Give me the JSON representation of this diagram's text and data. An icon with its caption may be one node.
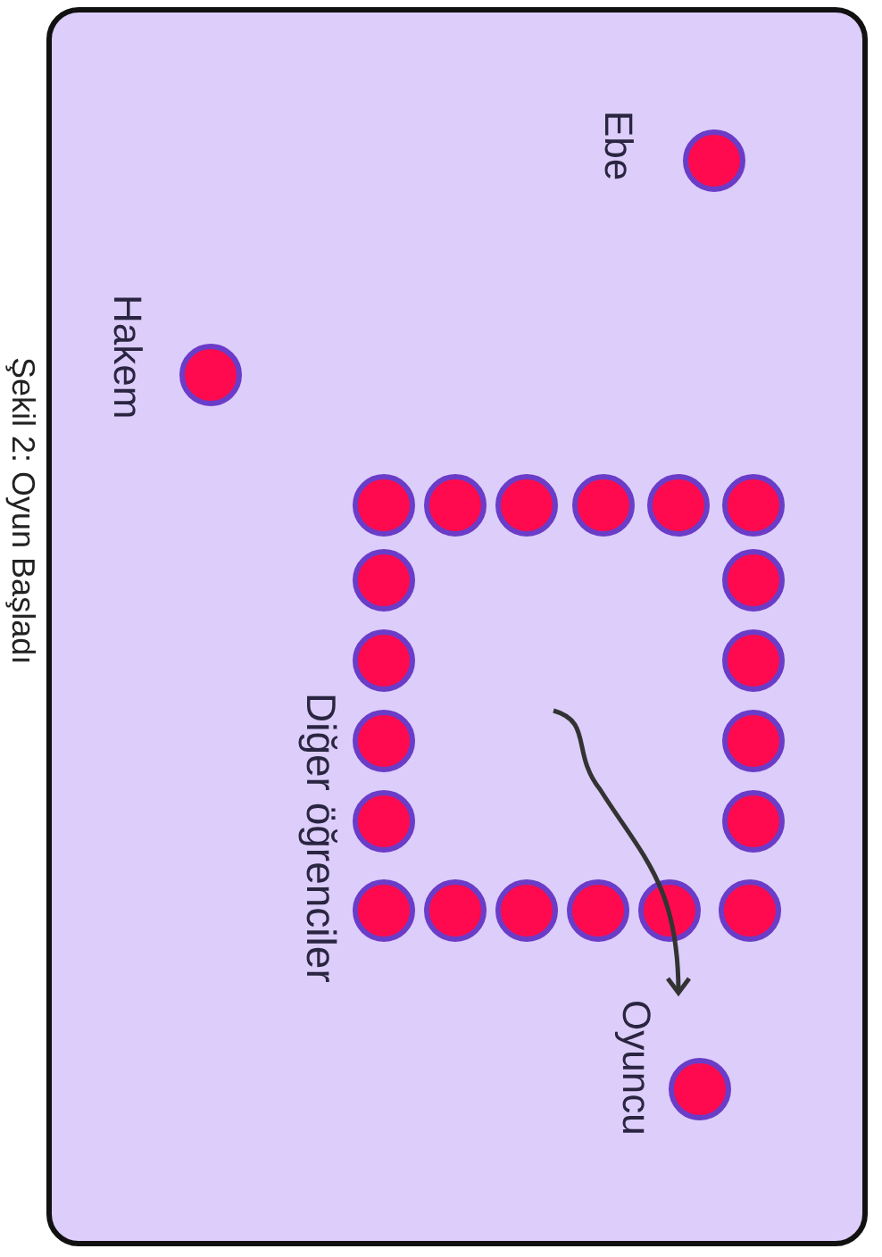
{
  "diagram": {
    "caption": "Şekil 2: Oyun Başladı",
    "nodes": [
      {
        "text": [
          "Ebe"
        ]
      },
      {
        "text": [
          "Hakem"
        ]
      },
      {
        "text": [],
        "shape": "circle"
      },
      {
        "text": [],
        "shape": "circle"
      },
      {
        "text": [],
        "shape": "circle"
      },
      {
        "text": [],
        "shape": "circle"
      },
      {
        "text": [],
        "shape": "circle"
      },
      {
        "text": [],
        "shape": "circle"
      },
      {
        "text": [],
        "shape": "circle"
      },
      {
        "text": [],
        "shape": "circle"
      },
      {
        "text": [],
        "shape": "circle"
      },
      {
        "text": [],
        "shape": "circle"
      },
      {
        "text": [],
        "shape": "circle"
      },
      {
        "text": [],
        "shape": "circle"
      },
      {
        "text": [],
        "shape": "circle"
      },
      {
        "text": [],
        "shape": "circle"
      },
      {
        "text": [],
        "shape": "circle"
      },
      {
        "text": [],
        "shape": "circle"
      },
      {
        "text": [],
        "shape": "circle"
      },
      {
        "text": [],
        "shape": "circle"
      },
      {
        "text": [],
        "shape": "circle"
      },
      {
        "text": [],
        "shape": "circle"
      },
      {
        "text": [
          "Oyuncu"
        ]
      }
    ],
    "edges": [
      {
        "from": null,
        "to": 22,
        "arrow": "to"
      }
    ],
    "labels": [
      "Diğer öğrenciler"
    ]
  }
}
